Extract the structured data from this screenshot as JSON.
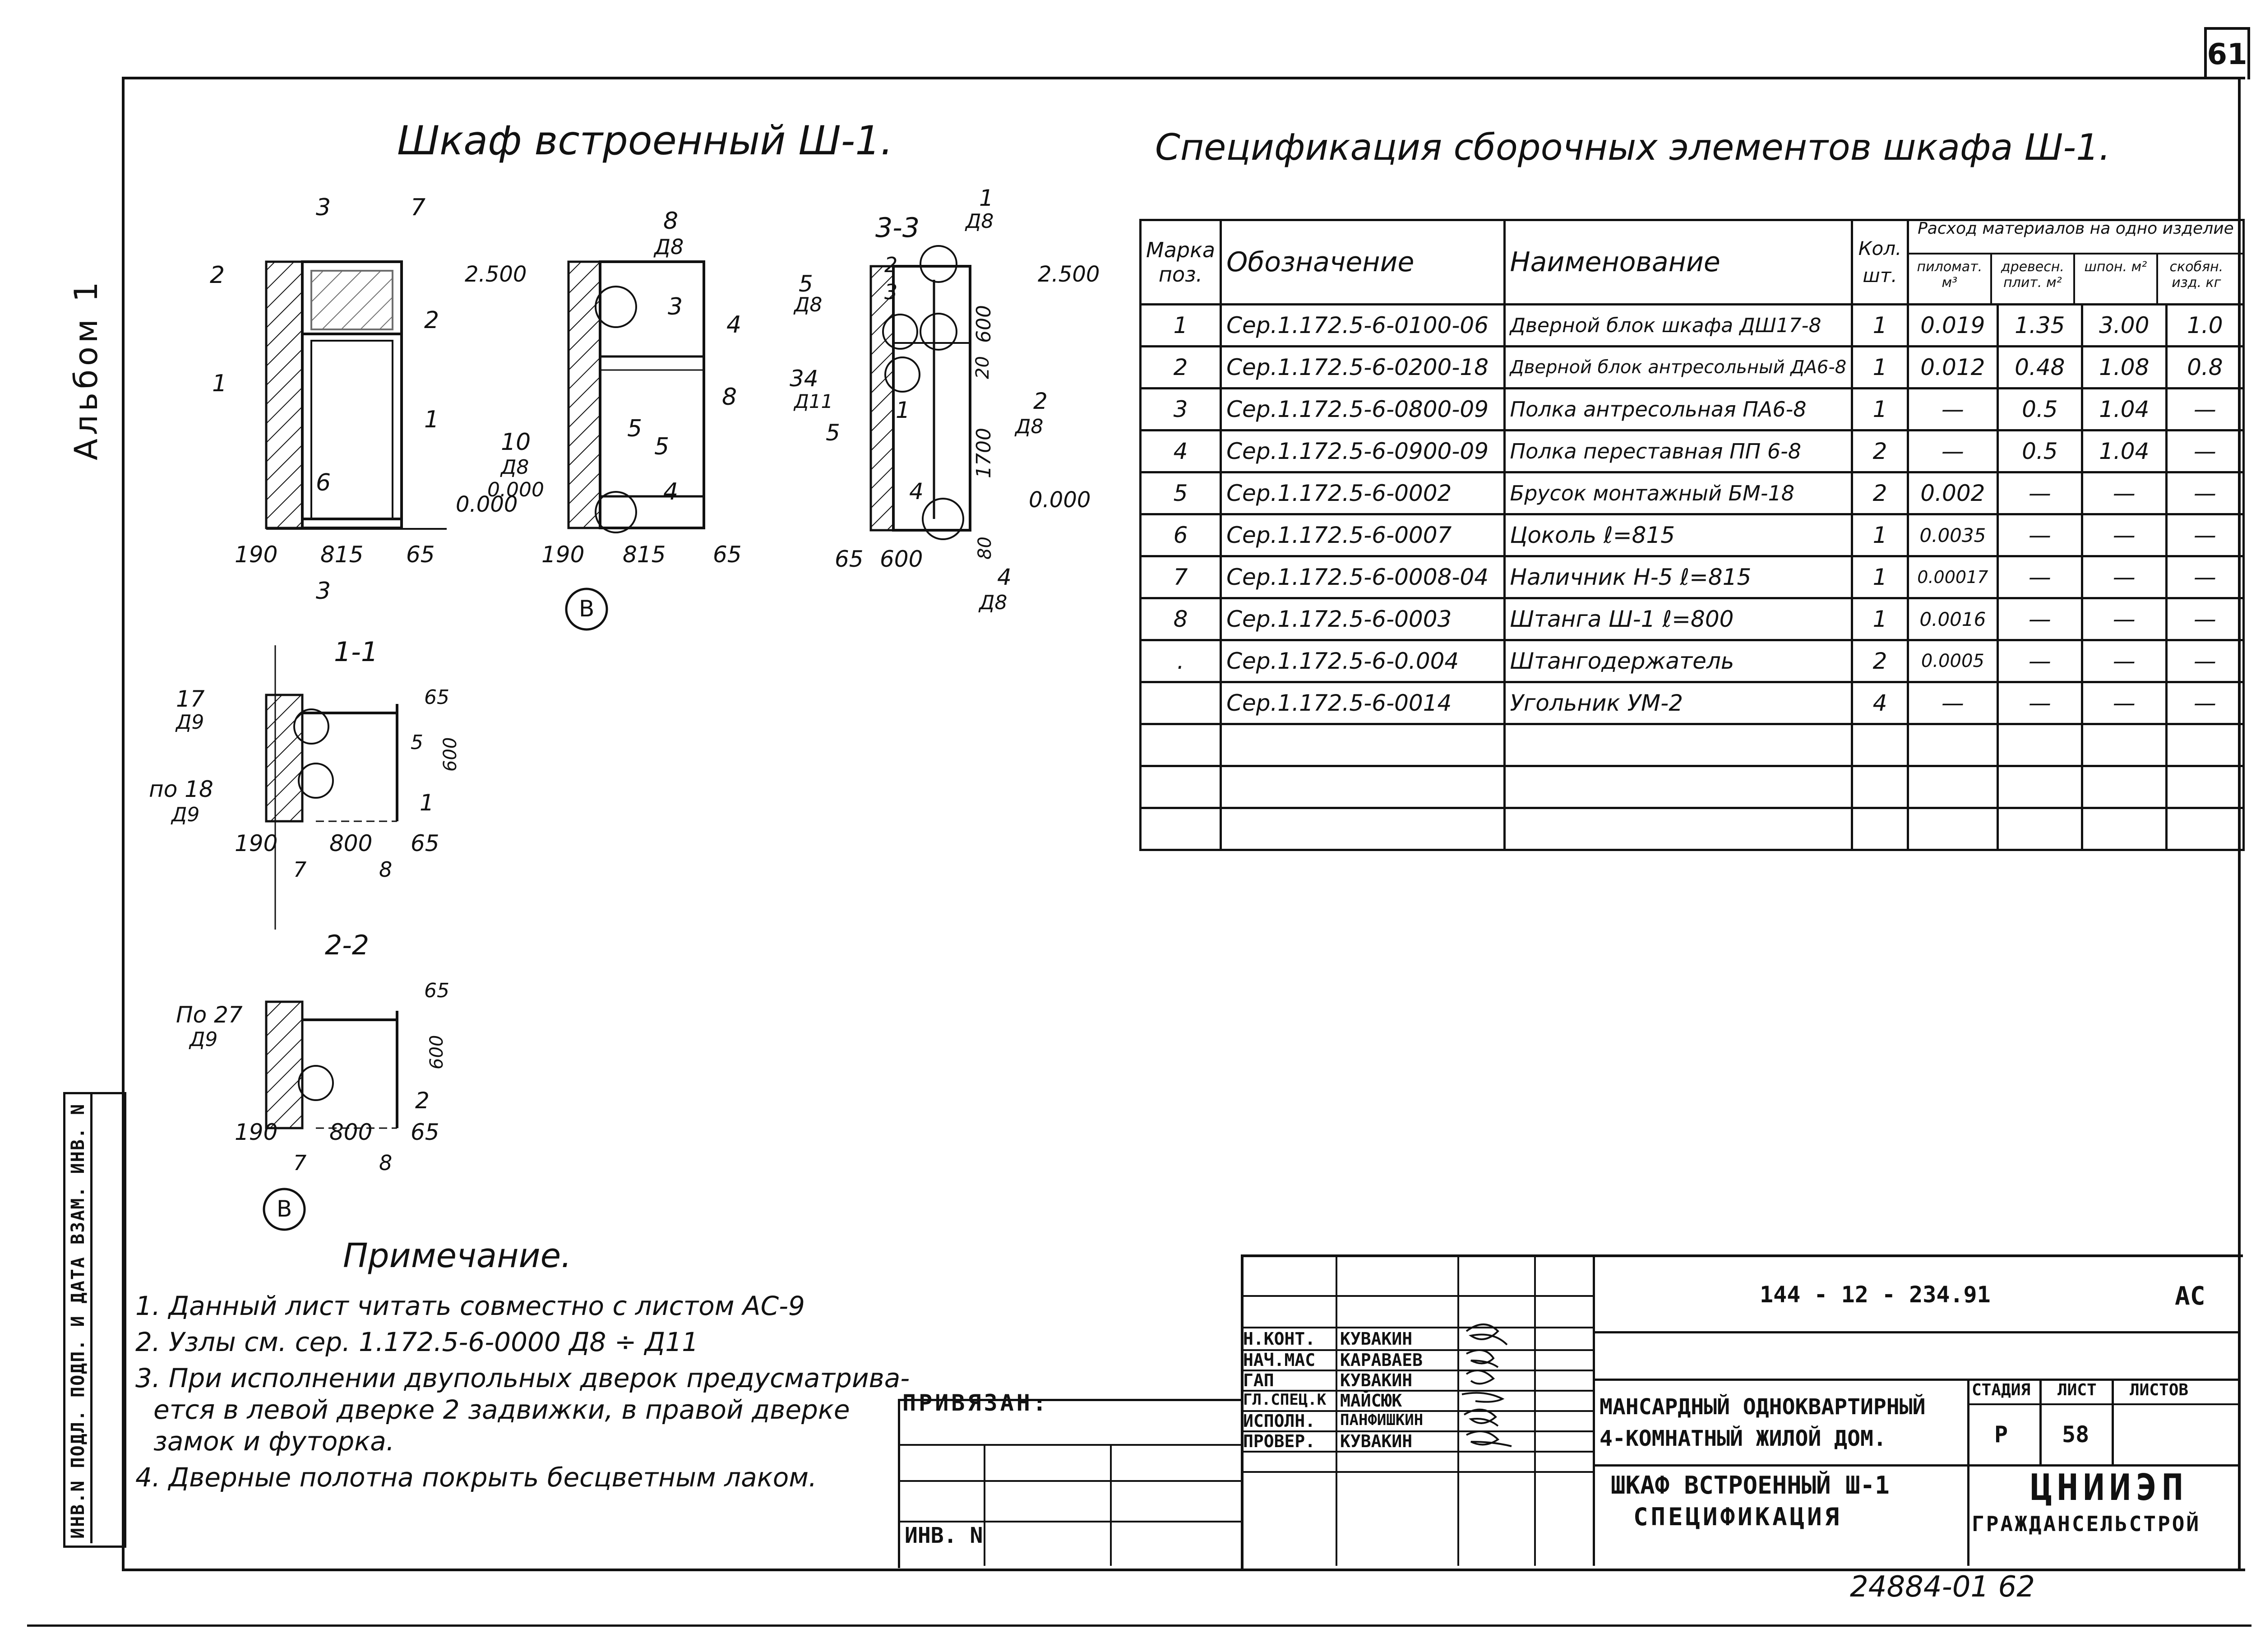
{
  "page_number": "61",
  "album_label": "Альбом 1",
  "side_stamp": "ИНВ.N ПОДЛ.  ПОДП. И ДАТА  ВЗАМ. ИНВ. N",
  "drawing": {
    "title": "Шкаф встроенный Ш-1.",
    "section_labels": [
      "3-3",
      "1-1",
      "2-2"
    ],
    "labels": [
      "3",
      "7",
      "2",
      "2",
      "1",
      "1",
      "6",
      "3",
      "8",
      "Д8",
      "3",
      "4",
      "8",
      "5",
      "5",
      "4",
      "10",
      "Д8",
      "0.000",
      "1",
      "Д8",
      "2",
      "3",
      "5",
      "Д8",
      "34",
      "Д11",
      "5",
      "1",
      "600",
      "20",
      "1700",
      "2",
      "Д8",
      "4",
      "80",
      "4",
      "Д8",
      "17",
      "Д9",
      "по 18",
      "Д9",
      "5",
      "600",
      "1",
      "По 27",
      "Д9",
      "600",
      "2"
    ],
    "levels": [
      "2.500",
      "0.000",
      "2.500",
      "0.000"
    ],
    "dims_bottom": [
      "190",
      "815",
      "65",
      "190",
      "815",
      "65",
      "65",
      "600",
      "190",
      "800",
      "65",
      "7",
      "8",
      "190",
      "800",
      "65",
      "7",
      "8"
    ],
    "axis_marks": [
      "В",
      "В"
    ],
    "small_dims": [
      "65",
      "65"
    ]
  },
  "spec": {
    "title": "Спецификация сборочных элементов шкафа  Ш-1.",
    "headers": {
      "mark": "Марка поз.",
      "designation": "Обозначение",
      "name": "Наименование",
      "qty": "Кол. шт.",
      "consumption": "Расход материалов на одно изделие",
      "sub": [
        "пиломат. м³",
        "древесн. плит. м²",
        "шпон. м²",
        "скобян. изд. кг"
      ]
    },
    "rows": [
      {
        "mark": "1",
        "designation": "Сер.1.172.5-6-0100-06",
        "name": "Дверной блок шкафа ДШ17-8",
        "qty": "1",
        "c1": "0.019",
        "c2": "1.35",
        "c3": "3.00",
        "c4": "1.0"
      },
      {
        "mark": "2",
        "designation": "Сер.1.172.5-6-0200-18",
        "name": "Дверной блок антресольный ДА6-8",
        "qty": "1",
        "c1": "0.012",
        "c2": "0.48",
        "c3": "1.08",
        "c4": "0.8"
      },
      {
        "mark": "3",
        "designation": "Сер.1.172.5-6-0800-09",
        "name": "Полка антресольная ПА6-8",
        "qty": "1",
        "c1": "—",
        "c2": "0.5",
        "c3": "1.04",
        "c4": "—"
      },
      {
        "mark": "4",
        "designation": "Сер.1.172.5-6-0900-09",
        "name": "Полка переставная ПП 6-8",
        "qty": "2",
        "c1": "—",
        "c2": "0.5",
        "c3": "1.04",
        "c4": "—"
      },
      {
        "mark": "5",
        "designation": "Сер.1.172.5-6-0002",
        "name": "Брусок монтажный БМ-18",
        "qty": "2",
        "c1": "0.002",
        "c2": "—",
        "c3": "—",
        "c4": "—"
      },
      {
        "mark": "6",
        "designation": "Сер.1.172.5-6-0007",
        "name": "Цоколь ℓ=815",
        "qty": "1",
        "c1": "0.0035",
        "c2": "—",
        "c3": "—",
        "c4": "—"
      },
      {
        "mark": "7",
        "designation": "Сер.1.172.5-6-0008-04",
        "name": "Наличник Н-5  ℓ=815",
        "qty": "1",
        "c1": "0.00017",
        "c2": "—",
        "c3": "—",
        "c4": "—"
      },
      {
        "mark": "8",
        "designation": "Сер.1.172.5-6-0003",
        "name": "Штанга Ш-1  ℓ=800",
        "qty": "1",
        "c1": "0.0016",
        "c2": "—",
        "c3": "—",
        "c4": "—"
      },
      {
        "mark": ".",
        "designation": "Сер.1.172.5-6-0.004",
        "name": "Штангодержатель",
        "qty": "2",
        "c1": "0.0005",
        "c2": "—",
        "c3": "—",
        "c4": "—"
      },
      {
        "mark": "",
        "designation": "Сер.1.172.5-6-0014",
        "name": "Угольник УМ-2",
        "qty": "4",
        "c1": "—",
        "c2": "—",
        "c3": "—",
        "c4": "—"
      }
    ]
  },
  "notes": {
    "title": "Примечание.",
    "items": [
      "1. Данный лист читать совместно с листом  АС-9",
      "2. Узлы см. сер. 1.172.5-6-0000 Д8 ÷ Д11",
      "3. При исполнении двупольных дверок предусматрива-",
      "ется в левой дверке 2 задвижки, в правой дверке",
      "замок и футорка.",
      "4. Дверные полотна покрыть бесцветным лаком."
    ]
  },
  "stamp": {
    "code": "144 - 12 - 234.91",
    "mark": "АС",
    "privyazan": "ПРИВЯЗАН:",
    "inv": "ИНВ. N",
    "roles": [
      "Н.КОНТ.",
      "НАЧ.МАС",
      "ГАП",
      "ГЛ.СПЕЦ.К",
      "ИСПОЛН.",
      "ПРОВЕР."
    ],
    "names": [
      "КУВАКИН",
      "КАРАВАЕВ",
      "КУВАКИН",
      "МАЙСЮК",
      "ПАНФИШКИН",
      "КУВАКИН"
    ],
    "project": [
      "МАНСАРДНЫЙ ОДНОКВАРТИРНЫЙ",
      "4-КОМНАТНЫЙ ЖИЛОЙ ДОМ."
    ],
    "sheet_title": [
      "ШКАФ ВСТРОЕННЫЙ Ш-1",
      "СПЕЦИФИКАЦИЯ"
    ],
    "stage_label": "СТАДИЯ",
    "sheet_label": "ЛИСТ",
    "sheets_label": "ЛИСТОВ",
    "stage": "Р",
    "sheet": "58",
    "org": [
      "ЦНИИЭП",
      "ГРАЖДАНСЕЛЬСТРОЙ"
    ],
    "archive": "24884-01  62"
  }
}
